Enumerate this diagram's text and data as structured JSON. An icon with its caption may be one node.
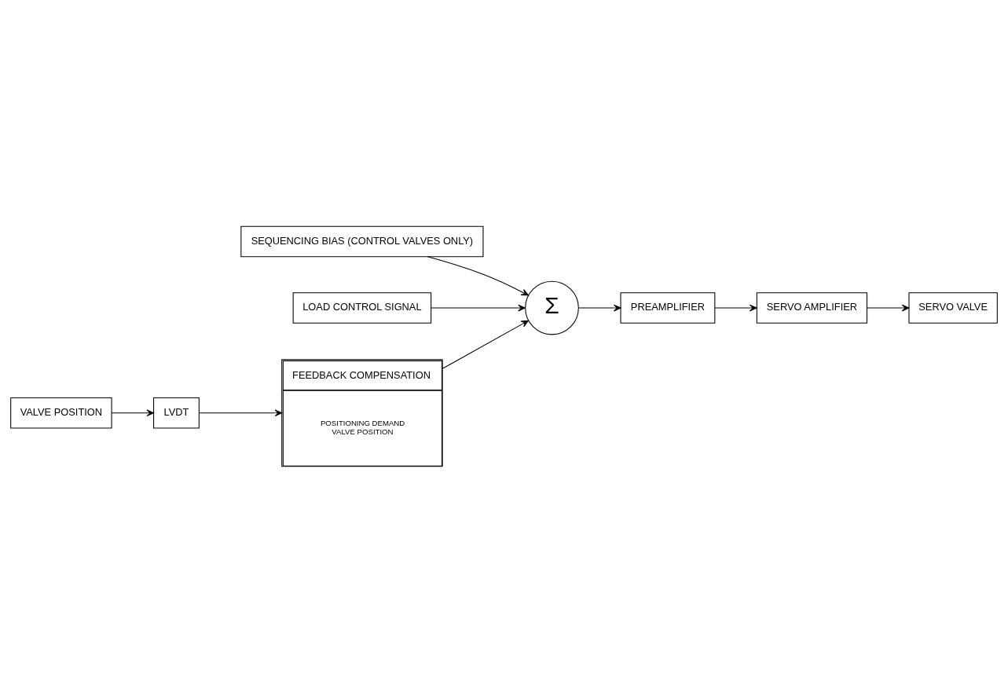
{
  "diagram": {
    "nodes": [
      {
        "text": [
          "SEQUENCING BIAS (CONTROL VALVES ONLY)"
        ]
      },
      {
        "text": [
          "LOAD CONTROL SIGNAL"
        ]
      },
      {
        "text": [
          "Σ"
        ]
      },
      {
        "text": [
          "PREAMPLIFIER"
        ]
      },
      {
        "text": [
          "SERVO AMPLIFIER"
        ]
      },
      {
        "text": [
          "SERVO VALVE"
        ]
      },
      {
        "text": [
          "FEEDBACK COMPENSATION",
          "POSITIONING DEMAND",
          "VALVE POSITION"
        ]
      },
      {
        "text": [
          "LVDT"
        ]
      },
      {
        "text": [
          "VALVE POSITION"
        ]
      }
    ],
    "edges": [
      {
        "from": 0,
        "to": 2,
        "arrow": "to"
      },
      {
        "from": 1,
        "to": 2,
        "arrow": "to"
      },
      {
        "from": 2,
        "to": 3,
        "arrow": "to"
      },
      {
        "from": 3,
        "to": 4,
        "arrow": "to"
      },
      {
        "from": 4,
        "to": 5,
        "arrow": "to"
      },
      {
        "from": 8,
        "to": 7,
        "arrow": "to"
      },
      {
        "from": 7,
        "to": 6,
        "arrow": "to"
      },
      {
        "from": 6,
        "to": 2,
        "arrow": "to"
      }
    ]
  }
}
